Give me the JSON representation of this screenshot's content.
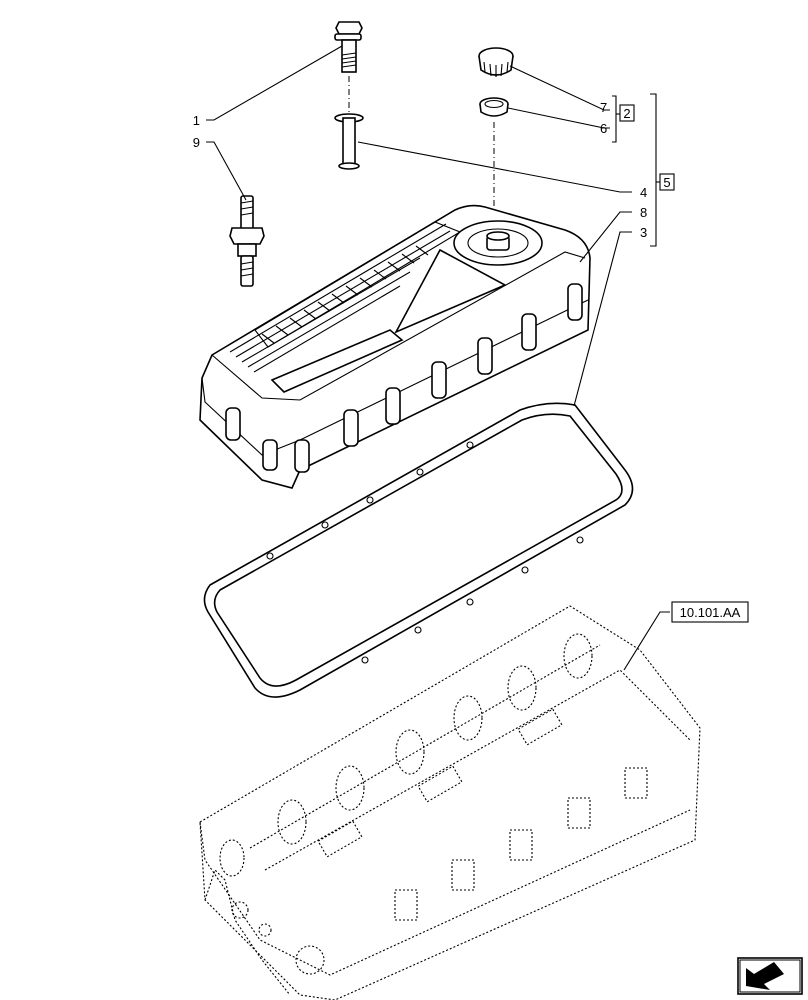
{
  "callouts": {
    "c1": "1",
    "c9": "9",
    "c7": "7",
    "c6": "6",
    "c2": "2",
    "c5": "5",
    "c4": "4",
    "c8": "8",
    "c3": "3"
  },
  "reference": "10.101.AA",
  "nav_icon": "arrow-nav-icon"
}
